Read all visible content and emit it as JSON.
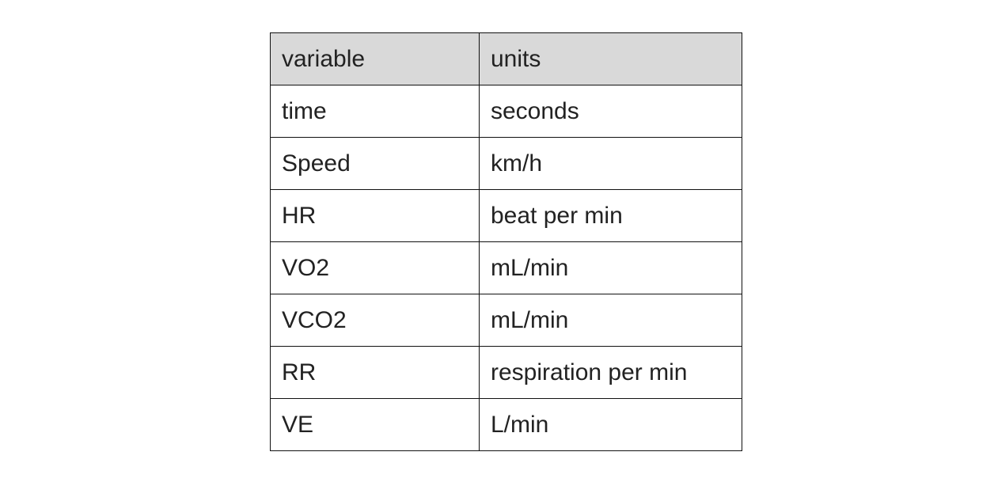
{
  "table": {
    "headers": [
      "variable",
      "units"
    ],
    "rows": [
      [
        "time",
        "seconds"
      ],
      [
        "Speed",
        "km/h"
      ],
      [
        "HR",
        "beat per min"
      ],
      [
        "VO2",
        "mL/min"
      ],
      [
        "VCO2",
        "mL/min"
      ],
      [
        "RR",
        "respiration per min"
      ],
      [
        "VE",
        "L/min"
      ]
    ],
    "header_background": "#d9d9d9",
    "border_color": "#111111"
  }
}
